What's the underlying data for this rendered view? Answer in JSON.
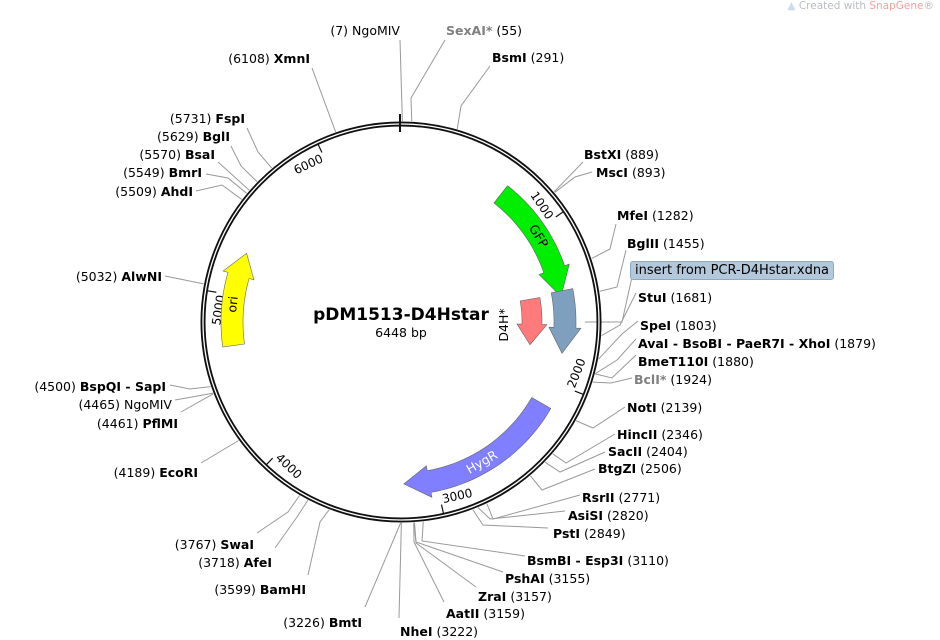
{
  "watermark": {
    "prefix": "Created with ",
    "brand": "SnapGene",
    "suffix": "®"
  },
  "plasmid": {
    "name": "pDM1513-D4Hstar",
    "length_label": "6448 bp",
    "length": 6448
  },
  "ticks": [
    "1000",
    "2000",
    "3000",
    "4000",
    "5000",
    "6000"
  ],
  "insert_label": "insert from PCR-D4Hstar.xdna",
  "features": [
    {
      "name": "GFP",
      "color": "#00ee00",
      "label_color": "#000000"
    },
    {
      "name": "D4H*",
      "color": "#ff7a7a",
      "label_color": "#000000"
    },
    {
      "name": "insert",
      "color": "#7f9fbf"
    },
    {
      "name": "HygR",
      "color": "#7f7fff",
      "label_color": "#ffffff"
    },
    {
      "name": "ori",
      "color": "#ffff00",
      "label_color": "#000000"
    }
  ],
  "sites": [
    {
      "name": "NgoMIV",
      "position": 7,
      "pos_text": "(7)",
      "style": "normal"
    },
    {
      "name": "SexAI*",
      "position": 55,
      "pos_text": "(55)",
      "style": "grey"
    },
    {
      "name": "BsmI",
      "position": 291,
      "pos_text": "(291)",
      "style": "bold"
    },
    {
      "name": "XmnI",
      "position": 6108,
      "pos_text": "(6108)",
      "style": "bold"
    },
    {
      "name": "FspI",
      "position": 5731,
      "pos_text": "(5731)",
      "style": "bold"
    },
    {
      "name": "BglI",
      "position": 5629,
      "pos_text": "(5629)",
      "style": "bold"
    },
    {
      "name": "BsaI",
      "position": 5570,
      "pos_text": "(5570)",
      "style": "bold"
    },
    {
      "name": "BmrI",
      "position": 5549,
      "pos_text": "(5549)",
      "style": "bold"
    },
    {
      "name": "AhdI",
      "position": 5509,
      "pos_text": "(5509)",
      "style": "bold"
    },
    {
      "name": "AlwNI",
      "position": 5032,
      "pos_text": "(5032)",
      "style": "bold"
    },
    {
      "name": "BspQI - SapI",
      "position": 4500,
      "pos_text": "(4500)",
      "style": "bold"
    },
    {
      "name": "NgoMIV",
      "position": 4465,
      "pos_text": "(4465)",
      "style": "normal"
    },
    {
      "name": "PflMI",
      "position": 4461,
      "pos_text": "(4461)",
      "style": "bold"
    },
    {
      "name": "EcoRI",
      "position": 4189,
      "pos_text": "(4189)",
      "style": "bold"
    },
    {
      "name": "SwaI",
      "position": 3767,
      "pos_text": "(3767)",
      "style": "bold"
    },
    {
      "name": "AfeI",
      "position": 3718,
      "pos_text": "(3718)",
      "style": "bold"
    },
    {
      "name": "BamHI",
      "position": 3599,
      "pos_text": "(3599)",
      "style": "bold"
    },
    {
      "name": "BmtI",
      "position": 3226,
      "pos_text": "(3226)",
      "style": "bold"
    },
    {
      "name": "NheI",
      "position": 3222,
      "pos_text": "(3222)",
      "style": "bold"
    },
    {
      "name": "AatII",
      "position": 3159,
      "pos_text": "(3159)",
      "style": "bold"
    },
    {
      "name": "ZraI",
      "position": 3157,
      "pos_text": "(3157)",
      "style": "bold"
    },
    {
      "name": "PshAI",
      "position": 3155,
      "pos_text": "(3155)",
      "style": "bold"
    },
    {
      "name": "BsmBI - Esp3I",
      "position": 3110,
      "pos_text": "(3110)",
      "style": "bold"
    },
    {
      "name": "PstI",
      "position": 2849,
      "pos_text": "(2849)",
      "style": "bold"
    },
    {
      "name": "AsiSI",
      "position": 2820,
      "pos_text": "(2820)",
      "style": "bold"
    },
    {
      "name": "RsrII",
      "position": 2771,
      "pos_text": "(2771)",
      "style": "bold"
    },
    {
      "name": "BtgZI",
      "position": 2506,
      "pos_text": "(2506)",
      "style": "bold"
    },
    {
      "name": "SacII",
      "position": 2404,
      "pos_text": "(2404)",
      "style": "bold"
    },
    {
      "name": "HincII",
      "position": 2346,
      "pos_text": "(2346)",
      "style": "bold"
    },
    {
      "name": "NotI",
      "position": 2139,
      "pos_text": "(2139)",
      "style": "bold"
    },
    {
      "name": "BclI*",
      "position": 1924,
      "pos_text": "(1924)",
      "style": "grey"
    },
    {
      "name": "BmeT110I",
      "position": 1880,
      "pos_text": "(1880)",
      "style": "bold"
    },
    {
      "name": "AvaI - BsoBI - PaeR7I - XhoI",
      "position": 1879,
      "pos_text": "(1879)",
      "style": "bold"
    },
    {
      "name": "SpeI",
      "position": 1803,
      "pos_text": "(1803)",
      "style": "bold"
    },
    {
      "name": "StuI",
      "position": 1681,
      "pos_text": "(1681)",
      "style": "bold"
    },
    {
      "name": "BglII",
      "position": 1455,
      "pos_text": "(1455)",
      "style": "bold"
    },
    {
      "name": "MfeI",
      "position": 1282,
      "pos_text": "(1282)",
      "style": "bold"
    },
    {
      "name": "MscI",
      "position": 893,
      "pos_text": "(893)",
      "style": "bold"
    },
    {
      "name": "BstXI",
      "position": 889,
      "pos_text": "(889)",
      "style": "bold"
    }
  ]
}
